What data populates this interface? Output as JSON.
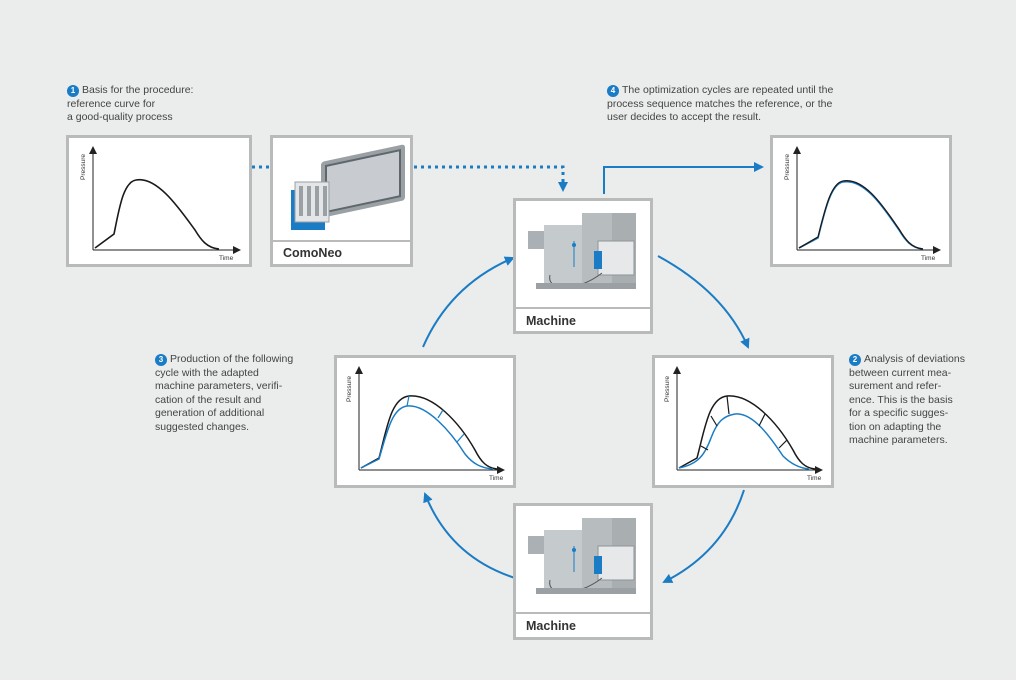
{
  "steps": [
    {
      "number": "1",
      "text": "Basis for the procedure:\nreference curve for\na good-quality process"
    },
    {
      "number": "4",
      "text": "The optimization cycles are repeated until the\nprocess sequence matches the reference, or the\nuser decides to accept the result."
    },
    {
      "number": "3",
      "text": "Production of the following\ncycle with the adapted\nmachine parameters, verifi-\ncation of the result and\ngeneration of additional\nsuggested changes."
    },
    {
      "number": "2",
      "text": "Analysis of deviations\nbetween current mea-\nsurement and refer-\nence. This is the basis\nfor a specific sugges-\ntion on adapting the\nmachine parameters."
    }
  ],
  "device": {
    "label": "ComoNeo"
  },
  "machine_top": {
    "label": "Machine"
  },
  "machine_bottom": {
    "label": "Machine"
  },
  "axes": {
    "y_label": "Pressure",
    "x_label": "Time"
  },
  "colors": {
    "background": "#ebecec",
    "accent_blue": "#1a7cc4",
    "frame_gray": "#b9bbbb",
    "curve_black": "#1a1a1a"
  }
}
